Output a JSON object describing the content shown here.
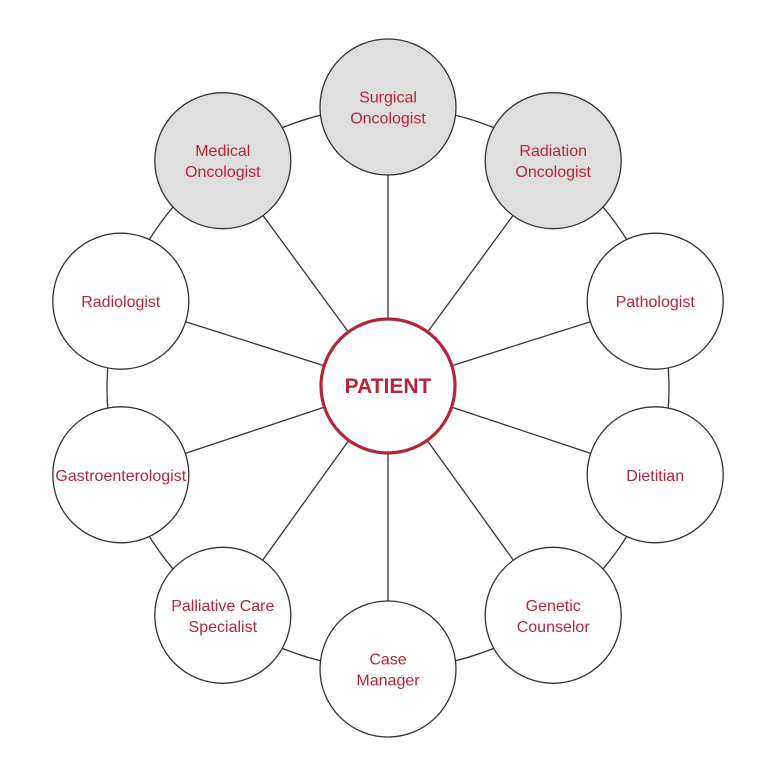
{
  "center": {
    "label": "PATIENT"
  },
  "roles": [
    {
      "id": "surgical-oncologist",
      "lines": [
        "Surgical",
        "Oncologist"
      ],
      "highlighted": true
    },
    {
      "id": "radiation-oncologist",
      "lines": [
        "Radiation",
        "Oncologist"
      ],
      "highlighted": true
    },
    {
      "id": "pathologist",
      "lines": [
        "Pathologist"
      ],
      "highlighted": false
    },
    {
      "id": "dietitian",
      "lines": [
        "Dietitian"
      ],
      "highlighted": false
    },
    {
      "id": "genetic-counselor",
      "lines": [
        "Genetic",
        "Counselor"
      ],
      "highlighted": false
    },
    {
      "id": "case-manager",
      "lines": [
        "Case",
        "Manager"
      ],
      "highlighted": false
    },
    {
      "id": "palliative-care-specialist",
      "lines": [
        "Palliative Care",
        "Specialist"
      ],
      "highlighted": false
    },
    {
      "id": "gastroenterologist",
      "lines": [
        "Gastroenterologist"
      ],
      "highlighted": false
    },
    {
      "id": "radiologist",
      "lines": [
        "Radiologist"
      ],
      "highlighted": false
    },
    {
      "id": "medical-oncologist",
      "lines": [
        "Medical",
        "Oncologist"
      ],
      "highlighted": true
    }
  ],
  "colors": {
    "accent": "#b5253a",
    "line": "#333333",
    "highlight_fill": "#dedede",
    "node_fill": "#ffffff"
  }
}
